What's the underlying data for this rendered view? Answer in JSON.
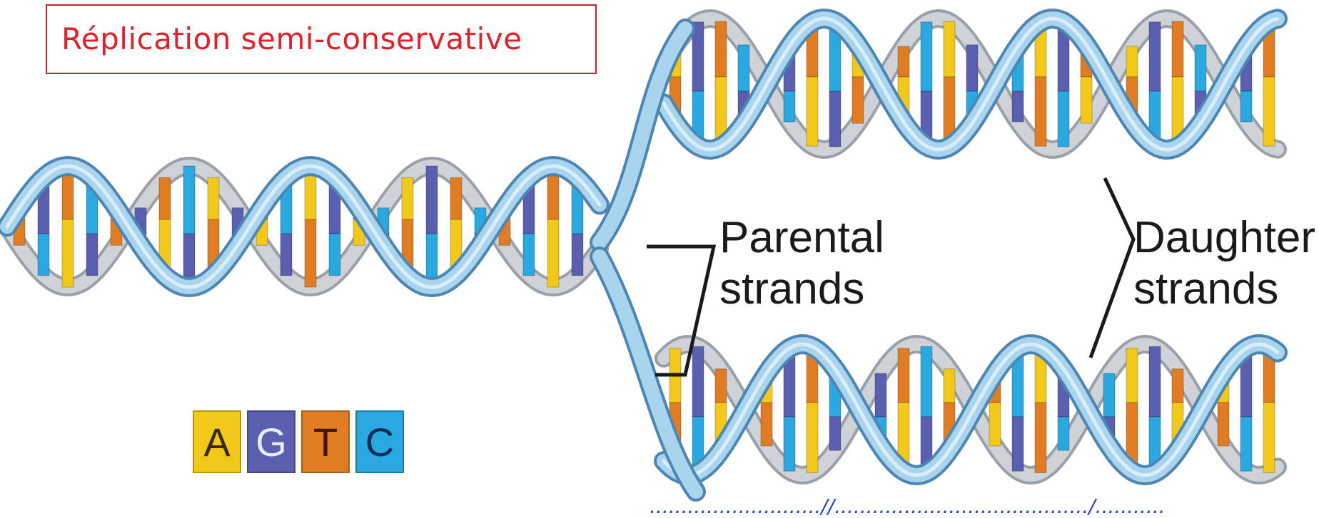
{
  "title": "Réplication semi-conservative",
  "labels": {
    "parental_line1": "Parental",
    "parental_line2": "strands",
    "daughter_line1": "Daughter",
    "daughter_line2": "strands"
  },
  "legend": [
    {
      "letter": "A",
      "color": "#f2c81a",
      "text_color": "#3a2a00"
    },
    {
      "letter": "G",
      "color": "#5a5fb0",
      "text_color": "#e8ecff"
    },
    {
      "letter": "T",
      "color": "#e07d22",
      "text_color": "#3a1800"
    },
    {
      "letter": "C",
      "color": "#2aa8e0",
      "text_color": "#0b2a55"
    }
  ],
  "colors": {
    "strand_light": "#a9d4ee",
    "strand_dark": "#6aa4cf",
    "strand_grey": "#cfd3d8",
    "line": "#1a1a1a"
  },
  "source_partial": "...........................//......................................../..........."
}
